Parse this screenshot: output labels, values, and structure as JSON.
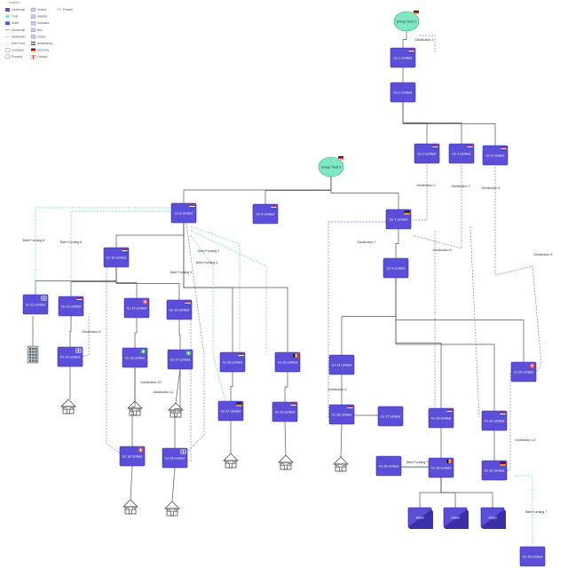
{
  "legend": {
    "title": "Legend",
    "items": [
      {
        "label": "Ownership",
        "icon": "company-swatch"
      },
      {
        "label": "Trust",
        "icon": "trust-swatch"
      },
      {
        "label": "Asset",
        "icon": "asset-swatch"
      },
      {
        "label": "Ownership",
        "icon": "ownership-line"
      },
      {
        "label": "Distribution",
        "icon": "distribution-line"
      },
      {
        "label": "Debt Fund",
        "icon": "debt-line"
      },
      {
        "label": "Company",
        "icon": "company-outline"
      },
      {
        "label": "Property",
        "icon": "house-icon"
      },
      {
        "label": "Vehicle",
        "icon": "vehicle-icon"
      },
      {
        "label": "Aviation",
        "icon": "aviation-icon"
      },
      {
        "label": "Domestic",
        "icon": "domestic-icon"
      },
      {
        "label": "Bris",
        "icon": "bris-icon"
      },
      {
        "label": "Unites",
        "icon": "unites-icon"
      },
      {
        "label": "Netherlands",
        "icon": "nl-flag-icon"
      },
      {
        "label": "Germany",
        "icon": "de-flag-icon"
      },
      {
        "label": "Canada",
        "icon": "ca-flag-icon"
      },
      {
        "label": "Present",
        "icon": "present-icon"
      }
    ]
  },
  "colors": {
    "company": "#5b4ed8",
    "trust": "#7ee8c4",
    "ownership": "#555555",
    "distribution": "#7b7bdc",
    "debt": "#5fd6b0"
  },
  "nodes": [
    {
      "id": "gt1",
      "label": "Group Trust 1",
      "kind": "trust",
      "badge": "de"
    },
    {
      "id": "gt2",
      "label": "Group Trust 2",
      "kind": "trust",
      "badge": "de"
    },
    {
      "id": "c1",
      "label": "Co 1 Limited",
      "kind": "company",
      "badge": "nl"
    },
    {
      "id": "c2",
      "label": "Co 2 Limited",
      "kind": "company",
      "badge": ""
    },
    {
      "id": "c3",
      "label": "Co 3 Limited",
      "kind": "company",
      "badge": "nl"
    },
    {
      "id": "c4",
      "label": "Co 4 Limited",
      "kind": "company",
      "badge": "nl"
    },
    {
      "id": "c5",
      "label": "Co 5 Limited",
      "kind": "company",
      "badge": "nl"
    },
    {
      "id": "c6",
      "label": "Co 6 Limited",
      "kind": "company",
      "badge": "nl"
    },
    {
      "id": "c7",
      "label": "Co 7 Limited",
      "kind": "company",
      "badge": "de"
    },
    {
      "id": "c8",
      "label": "Co 8 Limited",
      "kind": "company",
      "badge": "nl"
    },
    {
      "id": "c9",
      "label": "Co 9 Limited",
      "kind": "company",
      "badge": ""
    },
    {
      "id": "c10",
      "label": "Co 10 Limited",
      "kind": "company",
      "badge": "nl"
    },
    {
      "id": "c11",
      "label": "Co 11 Limited",
      "kind": "company",
      "badge": "grid"
    },
    {
      "id": "c12",
      "label": "Co 12 Limited",
      "kind": "company",
      "badge": "nl"
    },
    {
      "id": "c13",
      "label": "Co 13 Limited",
      "kind": "company",
      "badge": "grid"
    },
    {
      "id": "c14",
      "label": "Co 14 Limited",
      "kind": "company",
      "badge": "ch"
    },
    {
      "id": "c15",
      "label": "Co 15 Limited",
      "kind": "company",
      "badge": "nl"
    },
    {
      "id": "c16",
      "label": "Co 16 Limited",
      "kind": "company",
      "badge": "plus"
    },
    {
      "id": "c17",
      "label": "Co 17 Limited",
      "kind": "company",
      "badge": "plus"
    },
    {
      "id": "c18",
      "label": "Co 18 Limited",
      "kind": "company",
      "badge": "ch"
    },
    {
      "id": "c19",
      "label": "Co 19 Limited",
      "kind": "company",
      "badge": "grid"
    },
    {
      "id": "c20",
      "label": "Co 20 Limited",
      "kind": "company",
      "badge": "nl"
    },
    {
      "id": "c21",
      "label": "Co 21 Limited",
      "kind": "company",
      "badge": "de"
    },
    {
      "id": "c22",
      "label": "Co 22 Limited",
      "kind": "company",
      "badge": "be"
    },
    {
      "id": "c23",
      "label": "Co 23 Limited",
      "kind": "company",
      "badge": "nl"
    },
    {
      "id": "c24",
      "label": "Co 24 Limited",
      "kind": "company",
      "badge": ""
    },
    {
      "id": "c25",
      "label": "Co 25 Limited",
      "kind": "company",
      "badge": "nl"
    },
    {
      "id": "c26",
      "label": "Co 26 Limited",
      "kind": "company",
      "badge": "ch"
    },
    {
      "id": "c27",
      "label": "Co 27 Limited",
      "kind": "company",
      "badge": ""
    },
    {
      "id": "c28",
      "label": "Co 28 Limited",
      "kind": "company",
      "badge": ""
    },
    {
      "id": "c29",
      "label": "Co 29 Limited",
      "kind": "company",
      "badge": "nl"
    },
    {
      "id": "c30",
      "label": "Co 30 Limited",
      "kind": "company",
      "badge": "be"
    },
    {
      "id": "c31",
      "label": "Co 31 Limited",
      "kind": "company",
      "badge": "nl"
    },
    {
      "id": "c32",
      "label": "Co 32 Limited",
      "kind": "company",
      "badge": "de"
    },
    {
      "id": "c33",
      "label": "Co 33 Limited",
      "kind": "company",
      "badge": ""
    },
    {
      "id": "a1",
      "label": "Asset",
      "kind": "asset",
      "badge": ""
    },
    {
      "id": "a2",
      "label": "Asset",
      "kind": "asset",
      "badge": ""
    },
    {
      "id": "a3",
      "label": "Asset",
      "kind": "asset",
      "badge": ""
    }
  ],
  "edge_labels": [
    "Distribution 1",
    "Distribution 2",
    "Distribution 3",
    "Distribution 4",
    "Distribution 5",
    "Distribution 6",
    "Distribution 7",
    "Distribution 8",
    "Distribution 9",
    "Distribution 10",
    "Distribution 11",
    "Distribution 12",
    "Debt Funding 2",
    "Debt Funding 3",
    "Debt Funding 4",
    "Debt Funding 5",
    "Debt Funding 6",
    "Debt Funding 7",
    "Debt Funding 7"
  ]
}
